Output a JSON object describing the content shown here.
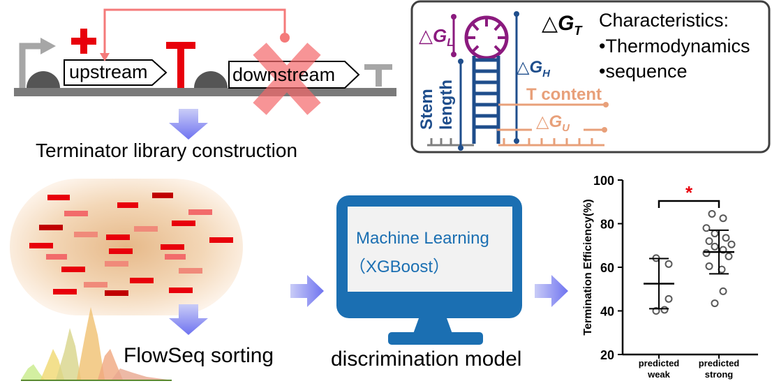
{
  "genetic_circuit": {
    "upstream_label": "upstream",
    "downstream_label": "downstream",
    "caption": "Terminator library construction"
  },
  "terminator_structure": {
    "dg_t": {
      "sym": "△",
      "base": "G",
      "sub": "T"
    },
    "dg_l": {
      "sym": "△",
      "base": "G",
      "sub": "L"
    },
    "dg_h": {
      "sym": "△",
      "base": "G",
      "sub": "H"
    },
    "dg_u": {
      "sym": "△",
      "base": "G",
      "sub": "U"
    },
    "stem_label": "Stem",
    "length_label": "length",
    "t_content_label": "T content",
    "characteristics_title": "Characteristics:",
    "characteristics_items": [
      "•Thermodynamics",
      "•sequence"
    ],
    "colors": {
      "purple": "#8b1a7e",
      "blue": "#1f4e8c",
      "orange": "#e8a07a"
    }
  },
  "flowseq": {
    "caption": "FlowSeq sorting"
  },
  "model": {
    "screen_line1": "Machine Learning",
    "screen_line2": "（XGBoost）",
    "caption": "discrimination model",
    "monitor_color": "#1b6fb2"
  },
  "chart_data": {
    "type": "scatter",
    "ylabel": "Termination Efficiency(%)",
    "ylim": [
      20,
      100
    ],
    "yticks": [
      "20",
      "40",
      "60",
      "80",
      "100"
    ],
    "categories": [
      {
        "line1": "predicted",
        "line2": "weak"
      },
      {
        "line1": "predicted",
        "line2": "strong"
      }
    ],
    "groups": [
      {
        "mean": 52.5,
        "sd": 11.5,
        "values": [
          64.2,
          61.5,
          45.5,
          40.5,
          40.0
        ]
      },
      {
        "mean": 67.0,
        "sd": 10.0,
        "values": [
          84.5,
          82.5,
          78.0,
          75.5,
          73.5,
          72.0,
          70.5,
          69.5,
          68.0,
          66.5,
          65.0,
          60.5,
          59.0,
          49.0,
          43.5
        ]
      }
    ],
    "significance": "*"
  }
}
